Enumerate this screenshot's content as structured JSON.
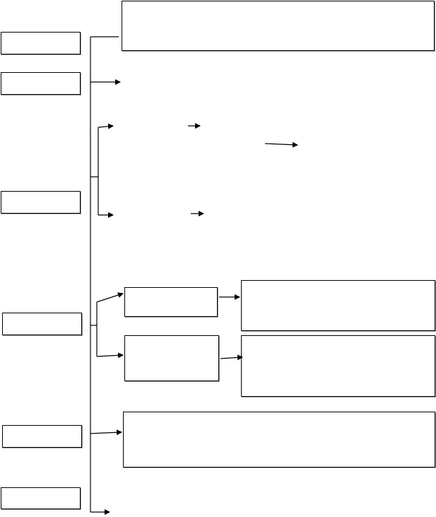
{
  "diagram": {
    "stroke_color": "#000000",
    "shadow_color": "#9a9a9a",
    "background": "#ffffff",
    "left_boxes": [
      {
        "id": "left-box-1",
        "text": ""
      },
      {
        "id": "left-box-2",
        "text": ""
      },
      {
        "id": "left-box-3",
        "text": ""
      },
      {
        "id": "left-box-4",
        "text": ""
      },
      {
        "id": "left-box-5",
        "text": ""
      },
      {
        "id": "left-box-6",
        "text": ""
      }
    ],
    "right_boxes": [
      {
        "id": "top-content-box",
        "text": ""
      },
      {
        "id": "branch-upper-box",
        "text": ""
      },
      {
        "id": "branch-lower-box",
        "text": ""
      },
      {
        "id": "upper-detail-box",
        "text": ""
      },
      {
        "id": "lower-detail-box",
        "text": ""
      },
      {
        "id": "bottom-content-box",
        "text": ""
      }
    ]
  }
}
